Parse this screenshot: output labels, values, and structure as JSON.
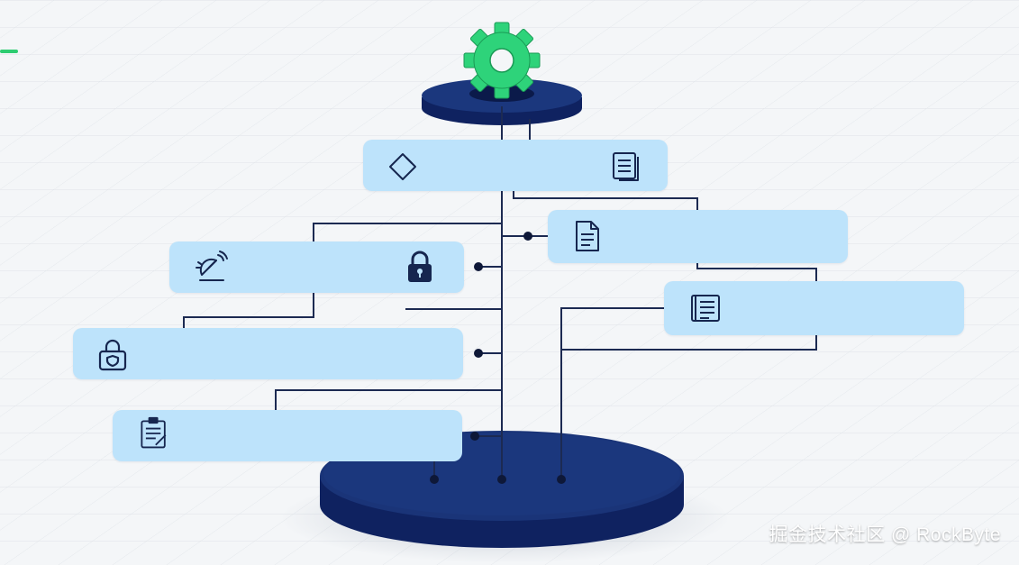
{
  "diagram": {
    "hub_icon": "gear-icon",
    "cards": [
      {
        "id": "card-1",
        "icons": [
          "diamond-shape-icon",
          "stacked-document-icon"
        ]
      },
      {
        "id": "card-2",
        "icons": [
          "document-icon"
        ]
      },
      {
        "id": "card-3",
        "icons": [
          "satellite-dish-icon",
          "padlock-icon"
        ]
      },
      {
        "id": "card-4",
        "icons": [
          "notes-list-icon"
        ]
      },
      {
        "id": "card-5",
        "icons": [
          "shield-lock-icon"
        ]
      },
      {
        "id": "card-6",
        "icons": [
          "clipboard-checklist-icon"
        ]
      }
    ]
  },
  "colors": {
    "navy": "#142a6b",
    "card": "#bde3fb",
    "gear": "#2ed37a",
    "line": "#1c2a52"
  },
  "watermark": "掘金技术社区 @ RockByte"
}
